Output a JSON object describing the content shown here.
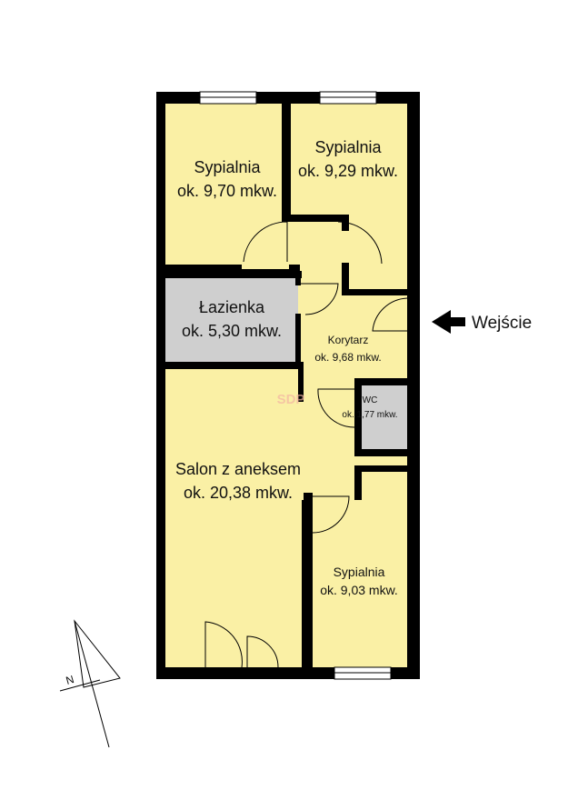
{
  "rooms": {
    "bedroom_nw": {
      "name": "Sypialnia",
      "area": "ok. 9,70 mkw."
    },
    "bedroom_ne": {
      "name": "Sypialnia",
      "area": "ok. 9,29 mkw."
    },
    "bathroom": {
      "name": "Łazienka",
      "area": "ok. 5,30 mkw."
    },
    "hallway": {
      "name": "Korytarz",
      "area": "ok. 9,68 mkw."
    },
    "wc": {
      "name": "WC",
      "area": "ok. 1,77 mkw."
    },
    "living": {
      "name": "Salon z aneksem",
      "area": "ok. 20,38 mkw."
    },
    "bedroom_s": {
      "name": "Sypialnia",
      "area": "ok. 9,03 mkw."
    }
  },
  "entrance": {
    "label": "Wejście",
    "icon": "arrow-left-icon"
  },
  "compass": {
    "label": "N",
    "icon": "north-arrow-icon"
  },
  "watermark": {
    "text": "SDP"
  },
  "colors": {
    "room_fill": "#faf0a5",
    "bathroom_fill": "#cfcfcf",
    "wall": "#000000"
  }
}
